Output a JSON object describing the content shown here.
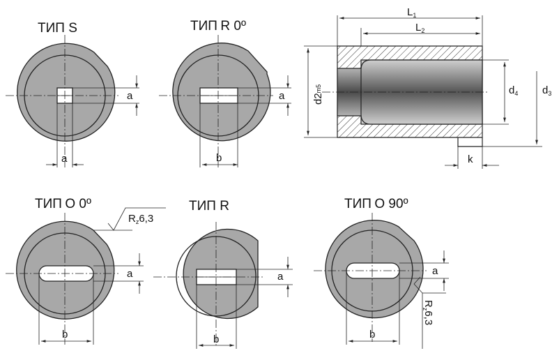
{
  "types": {
    "s": {
      "prefix": "ТИП",
      "suffix": "S"
    },
    "r0": {
      "prefix": "ТИП",
      "suffix": "R 0º"
    },
    "o0": {
      "prefix": "ТИП",
      "suffix": "O 0º"
    },
    "r": {
      "prefix": "ТИП",
      "suffix": "R"
    },
    "o90": {
      "prefix": "ТИП",
      "suffix": "O 90º"
    }
  },
  "dimensions": {
    "a": "a",
    "b": "b",
    "k": "k",
    "L1": "L1",
    "L2": "L2",
    "d2": "d2",
    "d2_sub": "m5",
    "d3": "d3",
    "d4": "d4"
  },
  "roughness": {
    "symbol": "R",
    "sub": "z",
    "value": "6,3"
  },
  "colors": {
    "part_fill": "#a8a8a8",
    "outline": "#222222",
    "shaft_gradient_dark": "#4a4a4a",
    "shaft_gradient_light": "#d8d8d8"
  }
}
